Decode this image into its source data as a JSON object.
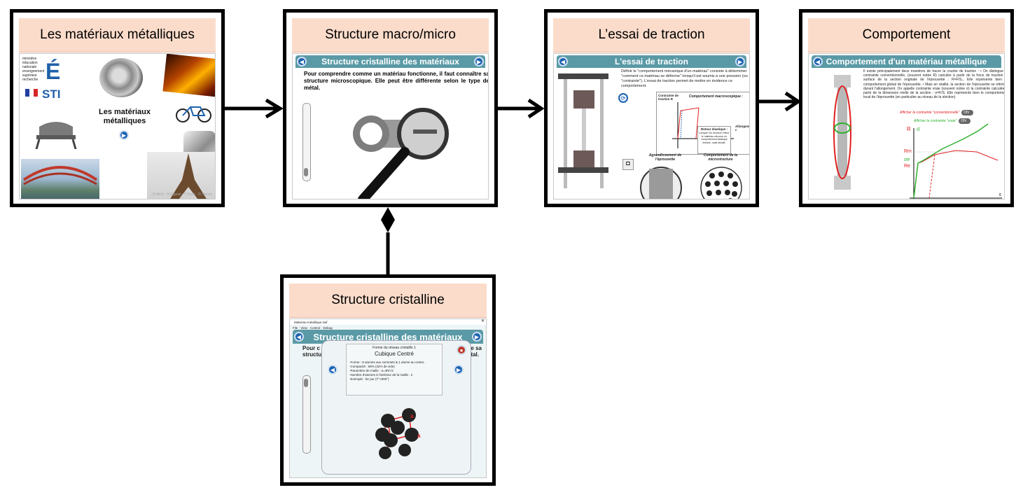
{
  "cards": {
    "c1": {
      "title": "Les matériaux métalliques",
      "screen_title": "Les matériaux\nmétalliques",
      "logo_text": "STI",
      "ministry_text": "ministère\néducation\nnationale\nenseignement\nsupérieur\nrecherche",
      "credits": "B.Mérit · A.Dupuis · Y.Horlé · D.Tomès"
    },
    "c2": {
      "title": "Structure macro/micro",
      "screen_title": "Structure cristalline des matériaux",
      "body": "Pour comprendre comme un matériau fonctionne, il faut connaître sa structure microscopique. Elle peut être différente selon le type de métal."
    },
    "c3": {
      "title": "L’essai de traction",
      "screen_title": "L'essai de traction",
      "body": "Définir le \"comportement mécanique d'un matériau\" consiste à déterminer \"comment ce matériau se déforme\" lorsqu'il est soumis à une pression (ou \"contrainte\"). L'essai de traction permet de mettre en évidence ce comportement.",
      "graph_title": "Comportement macroscopique :",
      "graph_ylabel": "Contrainte de traction R",
      "graph_xlabel": "Allongement ε",
      "retour_title": "Retour élastique :",
      "retour_body": "Lorsque l'on diminue l'effort, le matériau retrouve un comportement élastique linéaire, mais décalé.",
      "label_agrand": "Agrandissement de l'éprouvette",
      "label_micro": "Comportement de la microstructure"
    },
    "c4": {
      "title": "Comportement",
      "screen_title": "Comportement d'un matériau métallique",
      "body": "Il existe principalement deux manières de tracer la courbe de traction : • On distingue la contrainte conventionnelle, (souvent notée R) calculée à partir de la force de traction et surface de la section originale de l'éprouvette : R=F/S₀. Elle représente bien le comportement global de l'éprouvette. • Mais en réalité, la section de l'éprouvette se rétrécie durant l'allongement. On appelle contrainte vraie (souvent notée σ) la contrainte calculée à partir de la dimension réelle de la section : σ=F/S. Elle représente bien le comportement local de l'éprouvette (en particulier au niveau de la striction)",
      "toggle1": "Afficher la contrainte \"conventionnelle\"",
      "toggle2": "Afficher la contrainte \"vraie\"",
      "on": "ON",
      "label_R": "R",
      "label_sigma": "σ",
      "label_eps": "ε",
      "label_Rm": "Rm",
      "label_Re": "Re",
      "label_sigma_e": "σe"
    },
    "c5": {
      "title": "Structure cristalline",
      "window_title": "Materiau-metallique.swf",
      "menu": "File · View · Control · Debug",
      "screen_title": "Structure cristalline des matériaux",
      "body_left": "Pour c",
      "body_left2": "structu",
      "body_right": "tre sa",
      "body_right2": "tal.",
      "popup_header": "Forme du réseau cristallin 1",
      "popup_name": "Cubique Centré",
      "popup_lines": [
        "-Forme : 8 atomes aux sommets & 1 atome au centre.",
        "-Compacité : 68% (32% de vide)",
        "-Paramètre de maille : a=4R/√3",
        "-Nombre d'atomes à l'intérieur de la maille : 2",
        "-Exemple : fer pur (T°<900°)"
      ],
      "label_a": "a"
    }
  },
  "colors": {
    "header_fill": "#fbdccb",
    "bar": "#5a9aa6",
    "nav": "#1d63b0",
    "red": "#e02020",
    "green": "#2fb12f"
  }
}
